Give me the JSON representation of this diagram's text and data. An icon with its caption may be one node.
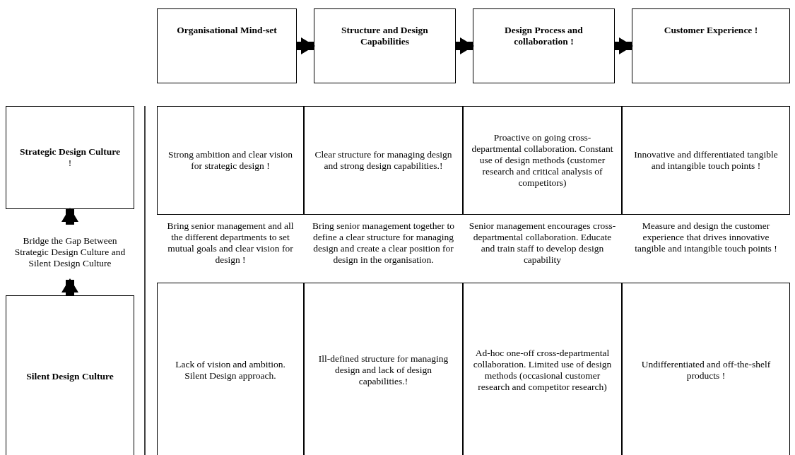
{
  "diagram": {
    "nodes": [
      {
        "text": [
          "Organisational Mind-set"
        ]
      },
      {
        "text": [
          "Structure and Design Capabilities"
        ]
      },
      {
        "text": [
          "Design Process and collaboration !"
        ]
      },
      {
        "text": [
          "Customer Experience !"
        ]
      },
      {
        "text": [
          "**Strategic Design Culture** !"
        ]
      },
      {
        "text": [
          "Strong ambition and clear vision for strategic design !"
        ]
      },
      {
        "text": [
          "Clear structure for managing design and strong design capabilities.!"
        ]
      },
      {
        "text": [
          "Proactive on going cross-departmental collaboration. Constant use of design methods (customer research and critical analysis of competitors)"
        ]
      },
      {
        "text": [
          "Innovative and differentiated tangible and intangible touch points !"
        ]
      },
      {
        "text": [
          "Bridge the Gap Between Strategic Design Culture and Silent Design Culture"
        ]
      },
      {
        "text": [
          "**Silent Design Culture**"
        ]
      },
      {
        "text": [
          "Lack of vision and ambition. Silent Design approach."
        ]
      },
      {
        "text": [
          "Ill-defined structure for managing design and lack of design capabilities.!"
        ]
      },
      {
        "text": [
          "Ad-hoc one-off cross-departmental collaboration. Limited use of design methods (occasional customer research and competitor research)"
        ]
      },
      {
        "text": [
          "Undifferentiated and off-the-shelf products !"
        ]
      }
    ],
    "edges": [
      {
        "from": 0,
        "to": 1,
        "arrow": "to"
      },
      {
        "from": 1,
        "to": 2,
        "arrow": "to"
      },
      {
        "from": 2,
        "to": 3,
        "arrow": "to"
      },
      {
        "from": 10,
        "to": 9,
        "arrow": "to"
      },
      {
        "from": 9,
        "to": 4,
        "arrow": "to"
      }
    ],
    "labels": [
      "Bring senior management and all the different departments to set mutual goals and clear vision for design !",
      "Bring senior management together to define a clear structure for managing design and create a clear position for design in the organisation.",
      "Senior management encourages cross-departmental collaboration. Educate and train staff to develop design capability",
      "Measure and design the customer experience that drives innovative tangible and intangible touch points !"
    ]
  }
}
